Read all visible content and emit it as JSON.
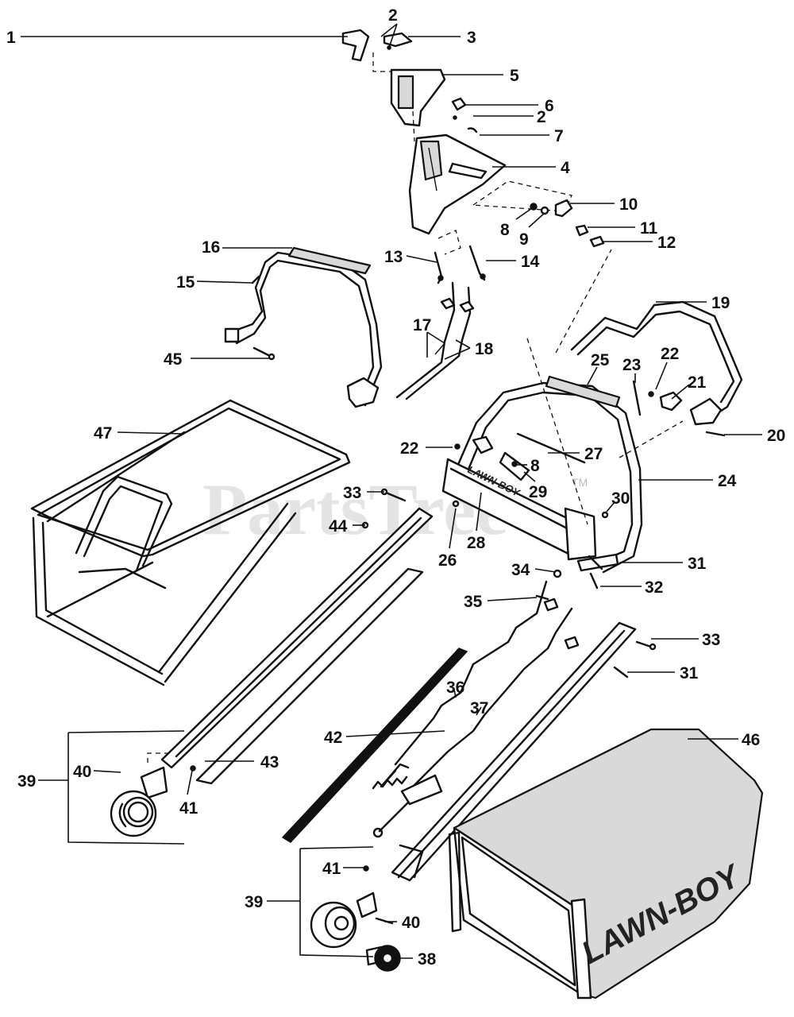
{
  "watermark": {
    "text": "PartsTree",
    "tm": "TM"
  },
  "brand": {
    "handle_label": "LAWN-BOY",
    "bag_label": "LAWN-BOY"
  },
  "callouts": [
    "1",
    "2",
    "3",
    "5",
    "6",
    "2",
    "7",
    "4",
    "10",
    "8",
    "9",
    "11",
    "12",
    "16",
    "15",
    "13",
    "14",
    "19",
    "17",
    "18",
    "45",
    "25",
    "23",
    "22",
    "21",
    "47",
    "20",
    "22",
    "27",
    "8",
    "24",
    "33",
    "29",
    "30",
    "44",
    "26",
    "28",
    "31",
    "34",
    "32",
    "35",
    "33",
    "31",
    "36",
    "37",
    "42",
    "46",
    "39",
    "40",
    "43",
    "41",
    "41",
    "39",
    "40",
    "38"
  ]
}
